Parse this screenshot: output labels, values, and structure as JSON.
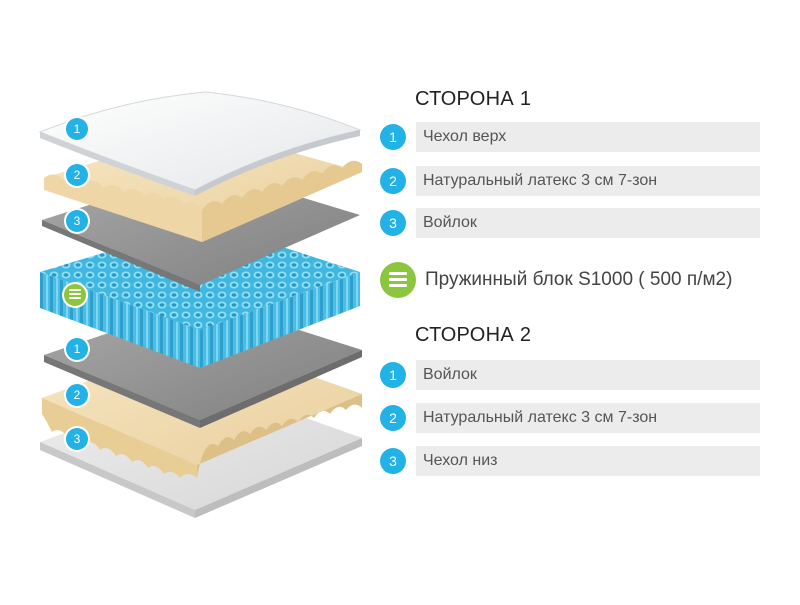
{
  "side1": {
    "title": "СТОРОНА 1",
    "items": [
      {
        "num": "1",
        "label": "Чехол верх"
      },
      {
        "num": "2",
        "label": "Натуральный латекс 3 см 7-зон"
      },
      {
        "num": "3",
        "label": "Войлок"
      }
    ]
  },
  "spring": {
    "icon": "spring-block-icon",
    "label": "Пружинный блок S1000 ( 500 п/м2)"
  },
  "side2": {
    "title": "СТОРОНА 2",
    "items": [
      {
        "num": "1",
        "label": "Войлок"
      },
      {
        "num": "2",
        "label": "Натуральный латекс 3 см 7-зон"
      },
      {
        "num": "3",
        "label": "Чехол низ"
      }
    ]
  },
  "illustration_badges": {
    "top": [
      "1",
      "2",
      "3"
    ],
    "bottom": [
      "1",
      "2",
      "3"
    ]
  },
  "colors": {
    "accent_blue": "#22b2e6",
    "accent_green": "#8cc63f",
    "latex": "#f3dcb0",
    "felt": "#9a9a9a",
    "spring": "#5cc6e6"
  }
}
